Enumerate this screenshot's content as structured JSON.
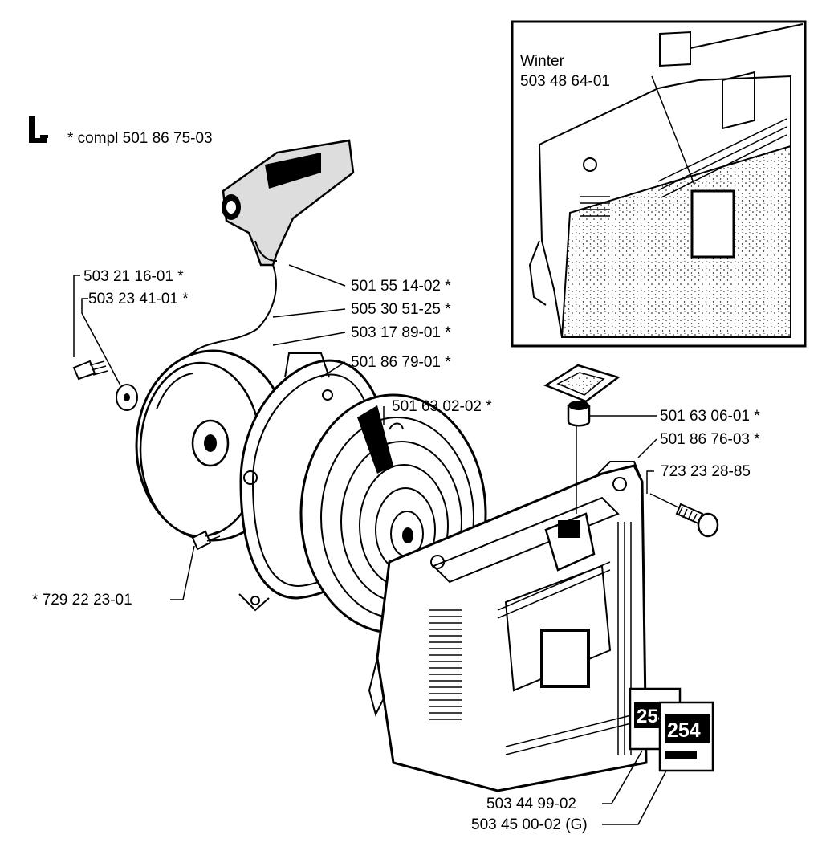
{
  "kit_label": "* compl 501 86 75-03",
  "inset": {
    "label_name": "Winter",
    "label_number": "503 48 64-01"
  },
  "parts": {
    "handle": "501 55 14-02  *",
    "cord": "505 30 51-25  *",
    "pulley": "503 17 89-01  *",
    "housing_ring": "501 86 79-01  *",
    "spring": "501 63 02-02  *",
    "screw_left": "503 21 16-01  *",
    "washer": "503 23 41-01  *",
    "damper": "501 63 06-01  *",
    "cover": "501 86 76-03  *",
    "cover_screw": "723 23 28-85",
    "small_screw": "* 729 22 23-01",
    "decal": "503 44 99-02",
    "decal_g": "503 45 00-02 (G)"
  },
  "decal_text": "254",
  "icon": "kit-symbol-icon"
}
